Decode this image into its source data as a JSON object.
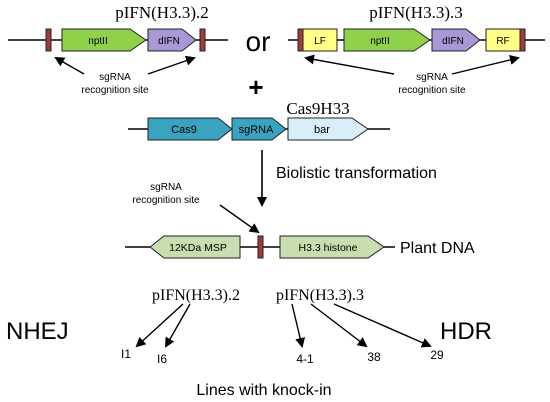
{
  "construct_2": {
    "title": "pIFN(H3.3).2",
    "elements": [
      "nptII",
      "dIFN"
    ]
  },
  "or_label": "or",
  "construct_3": {
    "title": "pIFN(H3.3).3",
    "elements": [
      "LF",
      "nptII",
      "dIFN",
      "RF"
    ]
  },
  "sgrna_label_left": [
    "sgRNA",
    "recognition site"
  ],
  "sgrna_label_right": [
    "sgRNA",
    "recognition site"
  ],
  "plus_label": "+",
  "cas9_construct": {
    "title": "Cas9H33",
    "elements": [
      "Cas9",
      "sgRNA",
      "bar"
    ]
  },
  "transformation_label": "Biolistic transformation",
  "sgrna_label_target": [
    "sgRNA",
    "recognition site"
  ],
  "plant_dna": {
    "label": "Plant DNA",
    "elements": [
      "12KDa MSP",
      "H3.3 histone"
    ]
  },
  "results": {
    "construct_2_label": "pIFN(H3.3).2",
    "construct_3_label": "pIFN(H3.3).3",
    "nhej_label": "NHEJ",
    "hdr_label": "HDR",
    "lines_2": [
      "I1",
      "I6"
    ],
    "lines_3": [
      "4-1",
      "38",
      "29"
    ],
    "footer": "Lines with knock-in"
  },
  "colors": {
    "green": "#8fd24a",
    "purple": "#a898d6",
    "yellow": "#ffff88",
    "teal": "#3aa3c0",
    "light_blue": "#d8eef8",
    "sage": "#c8ddb0",
    "site_red": "#a33a3a"
  }
}
